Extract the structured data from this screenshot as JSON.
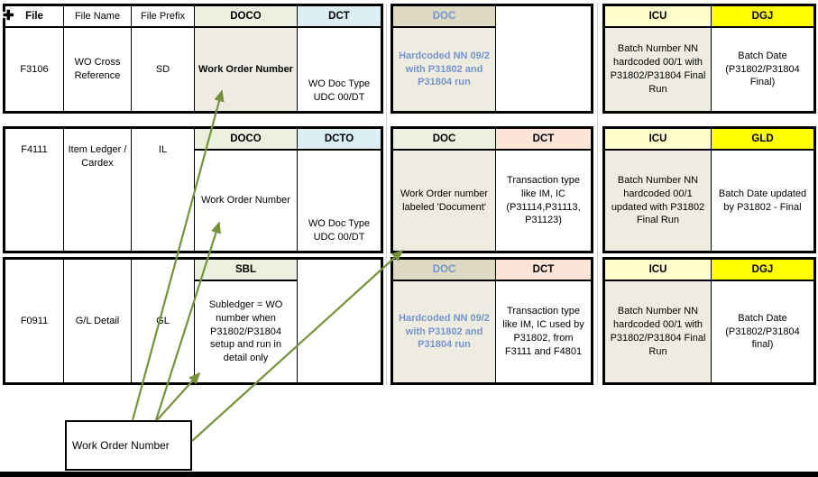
{
  "colors": {
    "header_green": "#ebf1de",
    "header_blue": "#daeef3",
    "header_tan": "#ddd9c3",
    "header_pink": "#fce4d6",
    "header_pale_yellow": "#ffffcc",
    "header_yellow": "#ffff00",
    "cell_beige": "#eeece1",
    "accent_blue_text": "#7595cb",
    "arrow_olive": "#76933c"
  },
  "icons": {
    "move_cursor": "✚"
  },
  "headers": {
    "file": "File",
    "file_name": "File Name",
    "file_prefix": "File Prefix"
  },
  "r1": {
    "file": "F3106",
    "name": "WO Cross Reference",
    "prefix": "SD",
    "h_doco": "DOCO",
    "c_doco": "Work Order Number",
    "h_dct": "DCT",
    "c_dct": "WO Doc Type UDC 00/DT",
    "h_doc": "DOC",
    "c_doc": "Hardcoded NN 09/2 with P31802 and P31804 run",
    "c_empty": "",
    "h_icu": "ICU",
    "c_icu": "Batch Number NN hardcoded 00/1 with P31802/P31804 Final Run",
    "h_dgj": "DGJ",
    "c_dgj": "Batch Date (P31802/P31804 Final)"
  },
  "r2": {
    "file": "F4111",
    "name": "Item Ledger / Cardex",
    "prefix": "IL",
    "h_doco": "DOCO",
    "c_doco": "Work Order Number",
    "h_dcto": "DCTO",
    "c_dcto": "WO Doc Type UDC 00/DT",
    "h_doc": "DOC",
    "c_doc": "Work Order number labeled 'Document'",
    "h_dct": "DCT",
    "c_dct": "Transaction type like IM, IC (P31114,P31113, P31123)",
    "h_icu": "ICU",
    "c_icu": "Batch Number NN hardcoded 00/1 updated with P31802 Final Run",
    "h_gld": "GLD",
    "c_gld": "Batch Date updated by P31802 - Final"
  },
  "r3": {
    "file": "F0911",
    "name": "G/L Detail",
    "prefix": "GL",
    "h_sbl": "SBL",
    "c_sbl": "Subledger = WO number when P31802/P31804 setup and run in detail only",
    "c_empty": "",
    "h_doc": "DOC",
    "c_doc": "Hardcoded NN 09/2 with P31802 and P31804 run",
    "h_dct": "DCT",
    "c_dct": "Transaction type like IM, IC used by P31802, from F3111 and F4801",
    "h_icu": "ICU",
    "c_icu": "Batch Number NN hardcoded 00/1 with P31802/P31804 Final Run",
    "h_dgj": "DGJ",
    "c_dgj": "Batch Date (P31802/P31804 final)"
  },
  "callout": {
    "label": "Work Order Number"
  }
}
